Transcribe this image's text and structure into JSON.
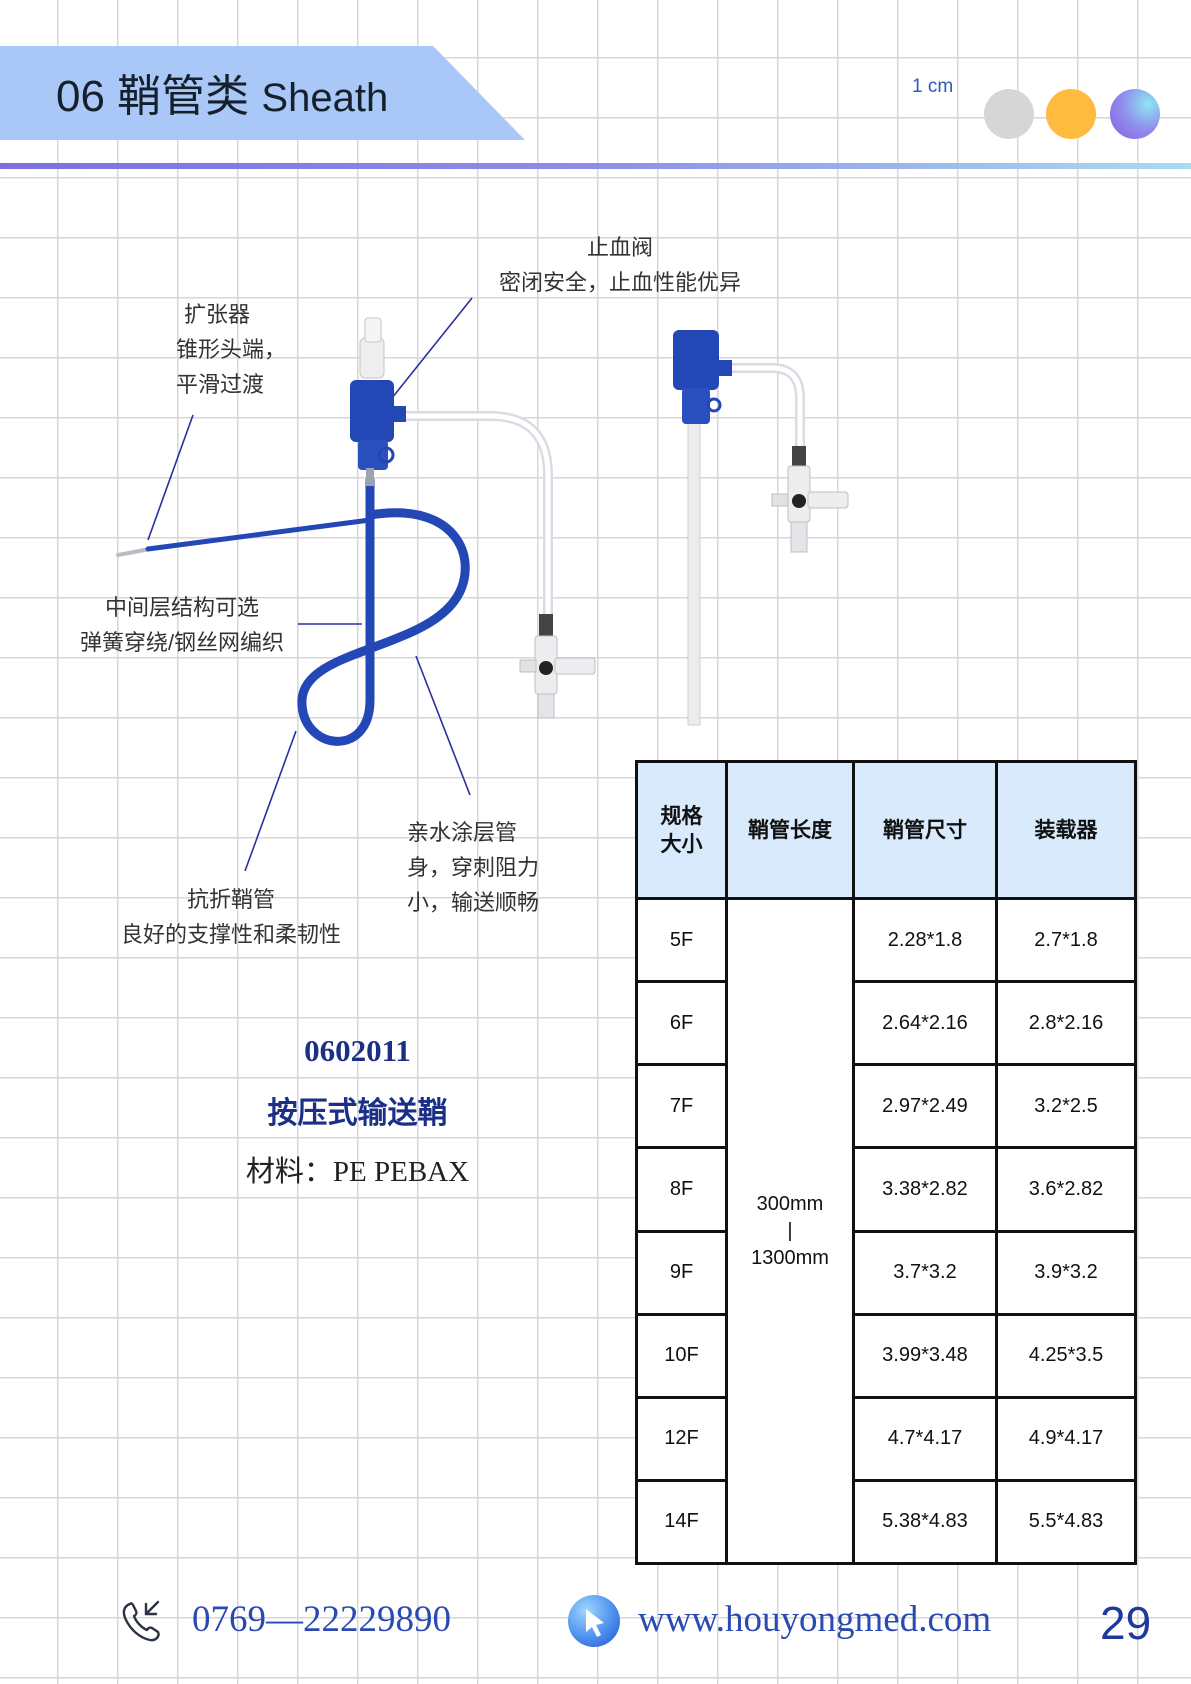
{
  "header": {
    "title_cn": "06 鞘管类",
    "title_en": "Sheath",
    "scale_label": "1 cm",
    "colors": {
      "band": "#a9c8f7",
      "dot_gray": "#d6d6d6",
      "dot_orange": "#ffbb40",
      "dot_purple": "#8a5be3"
    }
  },
  "callouts": {
    "dilator": [
      "扩张器",
      "锥形头端，",
      "平滑过渡"
    ],
    "valve": [
      "止血阀",
      "密闭安全，止血性能优异"
    ],
    "middle_layer": [
      "中间层结构可选",
      "弹簧穿绕/钢丝网编织"
    ],
    "hydrophilic": [
      "亲水涂层管",
      "身，穿刺阻力",
      "小，输送顺畅"
    ],
    "kink_resistant": [
      "抗折鞘管",
      "良好的支撑性和柔韧性"
    ]
  },
  "product": {
    "code": "0602011",
    "name": "按压式输送鞘",
    "material": "材料：PE   PEBAX"
  },
  "table": {
    "headers": [
      "规格大小",
      "鞘管长度",
      "鞘管尺寸",
      "装载器"
    ],
    "length_top": "300mm",
    "length_sep": "|",
    "length_bottom": "1300mm",
    "rows": [
      {
        "size": "5F",
        "sheath": "2.28*1.8",
        "loader": "2.7*1.8"
      },
      {
        "size": "6F",
        "sheath": "2.64*2.16",
        "loader": "2.8*2.16"
      },
      {
        "size": "7F",
        "sheath": "2.97*2.49",
        "loader": "3.2*2.5"
      },
      {
        "size": "8F",
        "sheath": "3.38*2.82",
        "loader": "3.6*2.82"
      },
      {
        "size": "9F",
        "sheath": "3.7*3.2",
        "loader": "3.9*3.2"
      },
      {
        "size": "10F",
        "sheath": "3.99*3.48",
        "loader": "4.25*3.5"
      },
      {
        "size": "12F",
        "sheath": "4.7*4.17",
        "loader": "4.9*4.17"
      },
      {
        "size": "14F",
        "sheath": "5.38*4.83",
        "loader": "5.5*4.83"
      }
    ]
  },
  "footer": {
    "phone": "0769—22229890",
    "website": "www.houyongmed.com",
    "page_number": "29"
  }
}
